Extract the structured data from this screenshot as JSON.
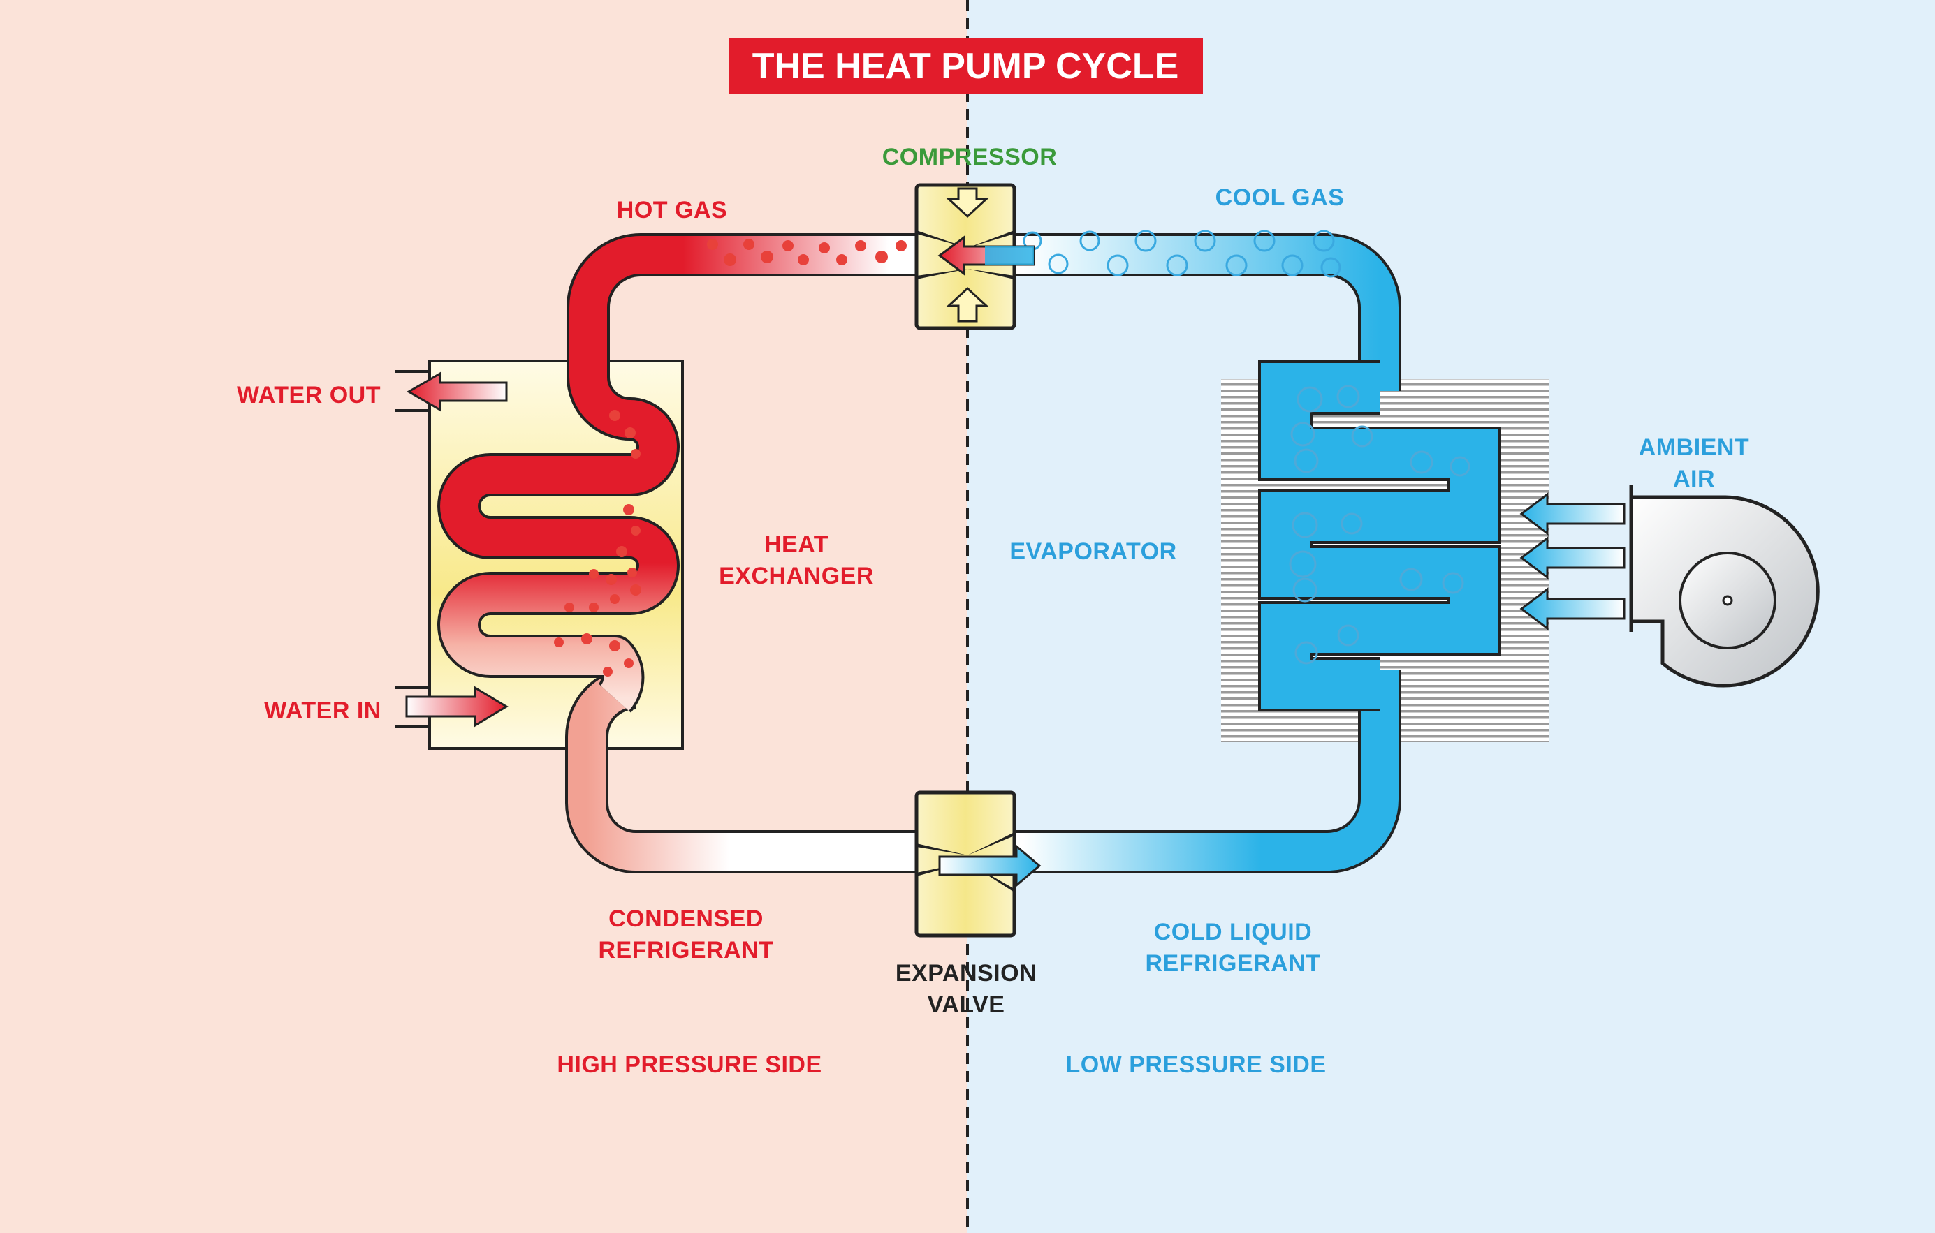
{
  "title": "THE HEAT PUMP CYCLE",
  "labels": {
    "compressor": "COMPRESSOR",
    "hot_gas": "HOT GAS",
    "cool_gas": "COOL GAS",
    "water_out": "WATER OUT",
    "water_in": "WATER IN",
    "heat_exchanger_line1": "HEAT",
    "heat_exchanger_line2": "EXCHANGER",
    "evaporator": "EVAPORATOR",
    "ambient_air_line1": "AMBIENT",
    "ambient_air_line2": "AIR",
    "condensed_line1": "CONDENSED",
    "condensed_line2": "REFRIGERANT",
    "expansion_line1": "EXPANSION",
    "expansion_line2": "VALVE",
    "cold_liquid_line1": "COLD LIQUID",
    "cold_liquid_line2": "REFRIGERANT",
    "high_pressure": "HIGH PRESSURE SIDE",
    "low_pressure": "LOW PRESSURE SIDE"
  },
  "colors": {
    "high_side_bg": "#fbe3d9",
    "low_side_bg": "#e1f0fa",
    "hot_red": "#e21c2b",
    "cool_blue": "#2bb3e8",
    "compressor_green": "#3a9a3a",
    "device_yellow": "#f8e98a",
    "dark_text": "#222222"
  }
}
